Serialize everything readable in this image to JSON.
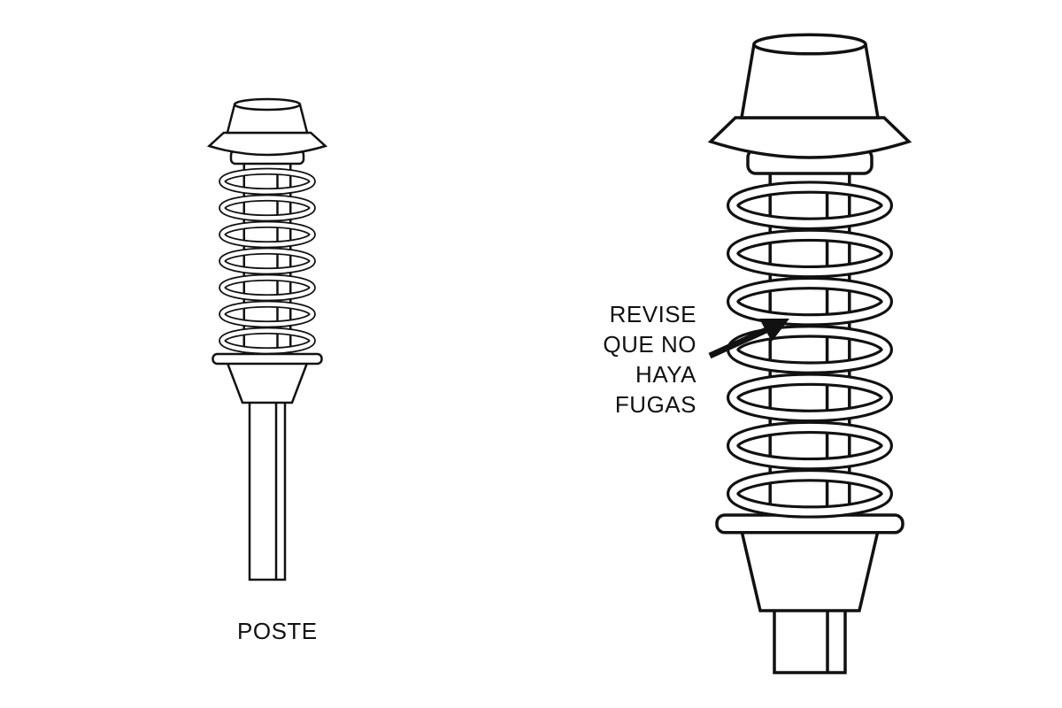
{
  "figure": {
    "left_caption": "POSTE",
    "callout_lines": [
      "REVISE",
      "QUE NO",
      "HAYA",
      "FUGAS"
    ],
    "ink_color": "#111111",
    "background_color": "#ffffff"
  }
}
